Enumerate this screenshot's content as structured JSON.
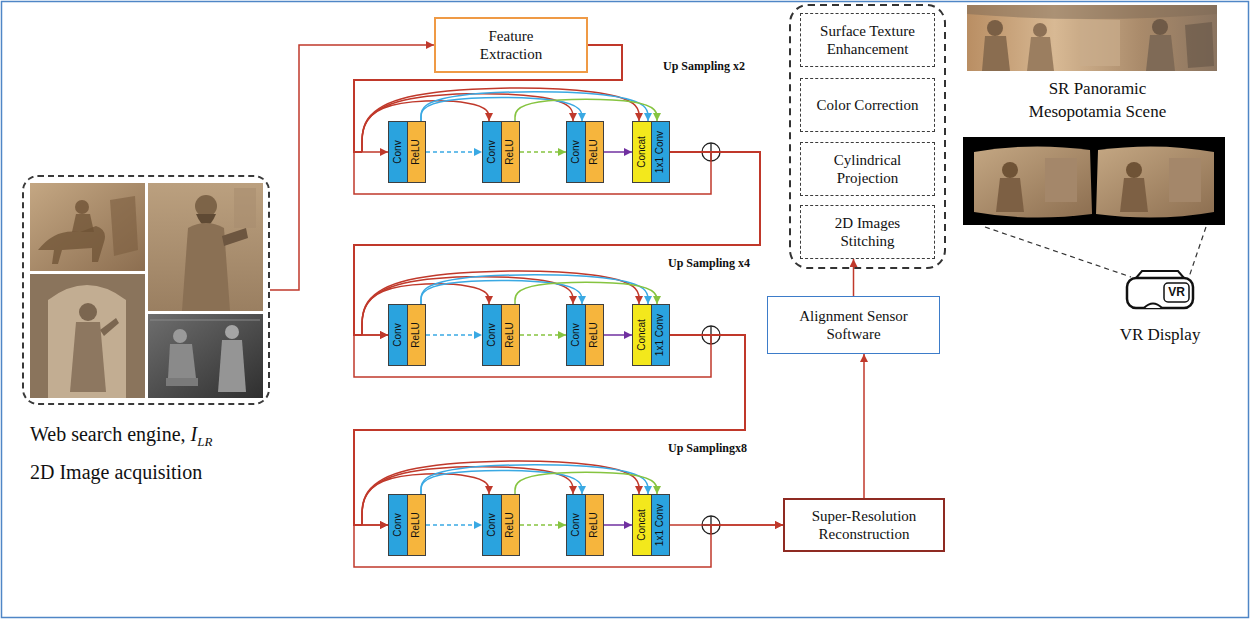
{
  "diagram": {
    "nodes": [
      {
        "text": [
          "Web search engine,",
          "I",
          "LR",
          "2D Image acquisition"
        ]
      },
      {
        "text": [
          "Feature Extraction"
        ]
      },
      {
        "text": [
          "Conv",
          "ReLU"
        ]
      },
      {
        "text": [
          "Conv",
          "ReLU"
        ]
      },
      {
        "text": [
          "Conv",
          "ReLU"
        ]
      },
      {
        "text": [
          "Concat",
          "1x1 Conv"
        ]
      },
      {
        "text": [
          "Conv",
          "ReLU"
        ]
      },
      {
        "text": [
          "Conv",
          "ReLU"
        ]
      },
      {
        "text": [
          "Conv",
          "ReLU"
        ]
      },
      {
        "text": [
          "Concat",
          "1x1 Conv"
        ]
      },
      {
        "text": [
          "Conv",
          "ReLU"
        ]
      },
      {
        "text": [
          "Conv",
          "ReLU"
        ]
      },
      {
        "text": [
          "Conv",
          "ReLU"
        ]
      },
      {
        "text": [
          "Concat",
          "1x1 Conv"
        ]
      },
      {
        "text": [
          "Super-Resolution Reconstruction"
        ]
      },
      {
        "text": [
          "Alignment Sensor Software"
        ]
      },
      {
        "text": [
          "Surface Texture Enhancement"
        ]
      },
      {
        "text": [
          "Color Correction"
        ]
      },
      {
        "text": [
          "Cylindrical Projection"
        ]
      },
      {
        "text": [
          "2D Images Stitching"
        ]
      },
      {
        "text": [
          "VR",
          "VR Display"
        ]
      }
    ],
    "edges": [
      {
        "from": 0,
        "to": 1,
        "arrow": "to"
      },
      {
        "from": 1,
        "to": 2,
        "arrow": "to"
      },
      {
        "from": 1,
        "to": 3,
        "arrow": "to"
      },
      {
        "from": 1,
        "to": 4,
        "arrow": "to"
      },
      {
        "from": 1,
        "to": 5,
        "arrow": "to"
      },
      {
        "from": 1,
        "to": 6,
        "arrow": "to"
      },
      {
        "from": 2,
        "to": 3,
        "arrow": "to"
      },
      {
        "from": 3,
        "to": 4,
        "arrow": "to"
      },
      {
        "from": 4,
        "to": 5,
        "arrow": "to"
      },
      {
        "from": 2,
        "to": 4,
        "arrow": "to"
      },
      {
        "from": 2,
        "to": 5,
        "arrow": "to"
      },
      {
        "from": 3,
        "to": 5,
        "arrow": "to"
      },
      {
        "from": 5,
        "to": 6,
        "arrow": "to"
      },
      {
        "from": 5,
        "to": 7,
        "arrow": "to"
      },
      {
        "from": 5,
        "to": 8,
        "arrow": "to"
      },
      {
        "from": 5,
        "to": 9,
        "arrow": "to"
      },
      {
        "from": 5,
        "to": 10,
        "arrow": "to"
      },
      {
        "from": 6,
        "to": 7,
        "arrow": "to"
      },
      {
        "from": 7,
        "to": 8,
        "arrow": "to"
      },
      {
        "from": 8,
        "to": 9,
        "arrow": "to"
      },
      {
        "from": 6,
        "to": 8,
        "arrow": "to"
      },
      {
        "from": 6,
        "to": 9,
        "arrow": "to"
      },
      {
        "from": 7,
        "to": 9,
        "arrow": "to"
      },
      {
        "from": 9,
        "to": 10,
        "arrow": "to"
      },
      {
        "from": 9,
        "to": 11,
        "arrow": "to"
      },
      {
        "from": 9,
        "to": 12,
        "arrow": "to"
      },
      {
        "from": 9,
        "to": 13,
        "arrow": "to"
      },
      {
        "from": 9,
        "to": 14,
        "arrow": "to"
      },
      {
        "from": 10,
        "to": 11,
        "arrow": "to"
      },
      {
        "from": 11,
        "to": 12,
        "arrow": "to"
      },
      {
        "from": 12,
        "to": 13,
        "arrow": "to"
      },
      {
        "from": 10,
        "to": 12,
        "arrow": "to"
      },
      {
        "from": 10,
        "to": 13,
        "arrow": "to"
      },
      {
        "from": 11,
        "to": 13,
        "arrow": "to"
      },
      {
        "from": 13,
        "to": 14,
        "arrow": "to"
      },
      {
        "from": 14,
        "to": 15,
        "arrow": "to"
      },
      {
        "from": 15,
        "to": 19,
        "arrow": "to"
      }
    ],
    "labels": [
      "Up Sampling x2",
      "Up Sampling x4",
      "Up Samplingx8",
      "SR Panoramic Mesopotamia Scene"
    ]
  }
}
